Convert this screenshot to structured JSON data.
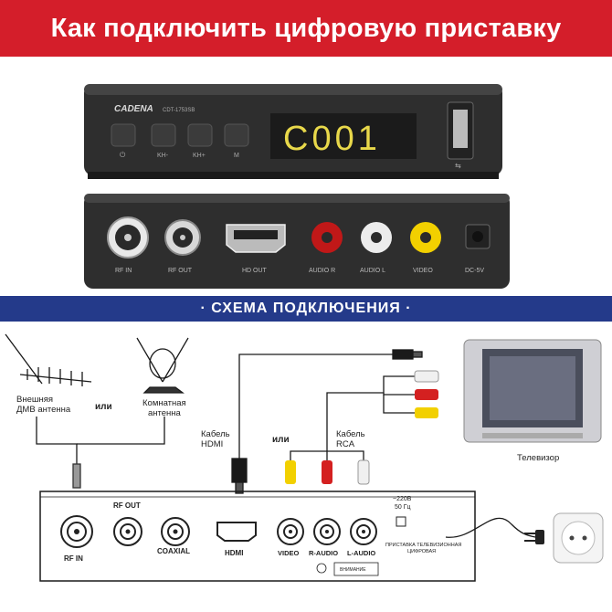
{
  "title": "Как подключить цифровую приставку",
  "front_panel": {
    "brand": "CADENA",
    "model": "CDT-1753SB",
    "display": "C001",
    "button_labels": [
      "⏻",
      "KH-",
      "KH+",
      "M"
    ]
  },
  "rear_panel": {
    "port_labels": [
      "RF IN",
      "RF OUT",
      "HD OUT",
      "AUDIO R",
      "AUDIO L",
      "VIDEO",
      "DC-5V"
    ]
  },
  "scheme_title": "· СХЕМА ПОДКЛЮЧЕНИЯ ·",
  "diagram": {
    "outdoor_antenna": "Внешняя\nДМВ антенна",
    "indoor_antenna": "Комнатная\nантенна",
    "or_text": "или",
    "hdmi_cable": "Кабель\nHDMI",
    "rca_cable": "Кабель\nRCA",
    "tv": "Телевизор",
    "rf_out": "RF OUT",
    "rf_in": "RF IN",
    "coaxial": "COAXIAL",
    "hdmi": "HDMI",
    "video": "VIDEO",
    "r_audio": "R-AUDIO",
    "l_audio": "L-AUDIO",
    "power": "~220В\n50 Гц",
    "device_note": "ПРИСТАВКА ТЕЛЕВИЗИОННАЯ\nЦИФРОВАЯ",
    "warning": "ВНИМАНИЕ"
  },
  "colors": {
    "title_bg": "#d41e2a",
    "band_bg": "#243a8a",
    "display_digits": "#e8d84a",
    "rca_yellow": "#f2d000",
    "rca_red": "#d42020",
    "rca_white": "#f0f0f0"
  }
}
